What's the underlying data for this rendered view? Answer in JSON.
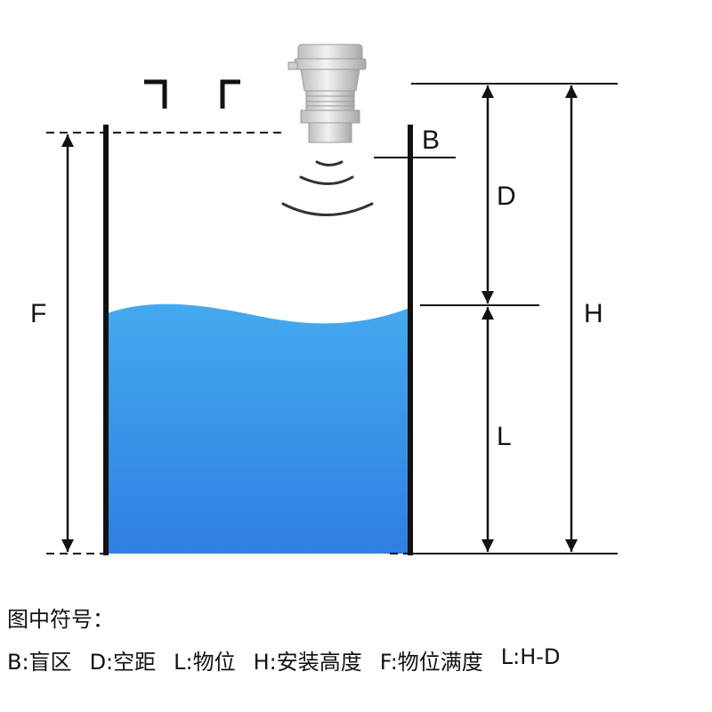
{
  "labels": {
    "F": "F",
    "B": "B",
    "D": "D",
    "H": "H",
    "L": "L"
  },
  "legend": {
    "title": "图中符号：",
    "items": [
      "B:盲区",
      "D:空距",
      "L:物位",
      "H:安装高度",
      "F:物位满度",
      "L:H-D"
    ]
  },
  "colors": {
    "liquid_top": "#45a9ee",
    "liquid_bottom": "#2f7fe2",
    "line": "#111111",
    "sensor": "#d9d9d9"
  },
  "icons": {
    "sensor": "ultrasonic-level-sensor-icon",
    "waves": "sound-wave-icon"
  }
}
